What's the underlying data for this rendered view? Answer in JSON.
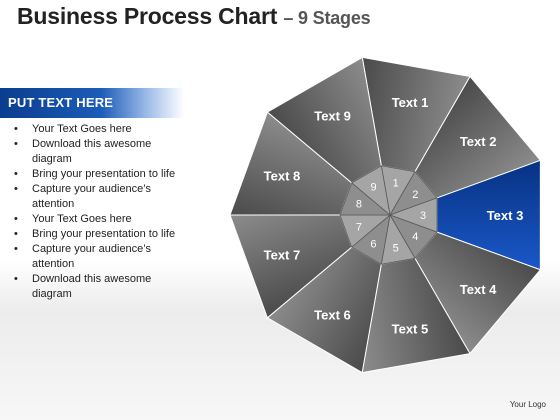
{
  "title": {
    "main": "Business Process Chart",
    "sub": "– 9 Stages"
  },
  "banner": {
    "text": "PUT TEXT HERE"
  },
  "bullets": [
    "Your Text Goes here",
    "Download this awesome diagram",
    "Bring your presentation to life",
    "Capture your audience’s attention",
    "Your Text Goes here",
    "Bring your presentation to life",
    "Capture your audience’s attention",
    "Download this awesome diagram"
  ],
  "bullet_glyph": "•",
  "stages": [
    {
      "number": "1",
      "label": "Text 1",
      "highlight": false
    },
    {
      "number": "2",
      "label": "Text 2",
      "highlight": false
    },
    {
      "number": "3",
      "label": "Text 3",
      "highlight": true
    },
    {
      "number": "4",
      "label": "Text 4",
      "highlight": false
    },
    {
      "number": "5",
      "label": "Text 5",
      "highlight": false
    },
    {
      "number": "6",
      "label": "Text 6",
      "highlight": false
    },
    {
      "number": "7",
      "label": "Text 7",
      "highlight": false
    },
    {
      "number": "8",
      "label": "Text 8",
      "highlight": false
    },
    {
      "number": "9",
      "label": "Text 9",
      "highlight": false
    }
  ],
  "colors": {
    "highlight": "#0f3f9c",
    "segment_dark": "#4a4a4a",
    "segment_light": "#8c8c8c",
    "inner": "#9a9a9a"
  },
  "footer": {
    "logo_text": "Your Logo"
  }
}
